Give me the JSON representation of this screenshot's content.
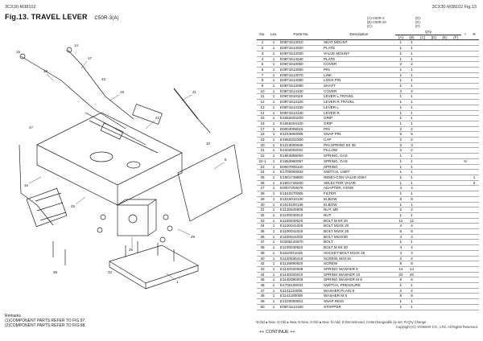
{
  "header": {
    "code_left": "3CX30-M38102",
    "model": "C50R-3(A)",
    "title": "Fig.13.  TRAVEL LEVER",
    "code_right": "3CX30-M38102   Fig.13"
  },
  "variants": {
    "a": "(A)-C50R-3",
    "b": "(B)-C50R-3A",
    "c": "(C)-",
    "d": "(D)-",
    "e": "(E)-",
    "f": "(F)-"
  },
  "table": {
    "headers": {
      "no": "No.",
      "lev": "Lev.",
      "pn": "Parts No.",
      "desc": "Description",
      "qty": "Q'ty",
      "cols": [
        "(A)",
        "(B)",
        "(C)",
        "(D)",
        "(E)",
        "(F)"
      ],
      "i": "I",
      "r": "R"
    },
    "rows": [
      [
        "1",
        "1",
        "E0871513010",
        "SEAT MOUNT",
        "1",
        "1",
        "",
        "",
        "",
        "",
        "",
        ""
      ],
      [
        "2",
        "1",
        "E0871513020",
        "PLATE",
        "1",
        "1",
        "",
        "",
        "",
        "",
        "",
        ""
      ],
      [
        "3",
        "1",
        "E0871513030",
        "VALVE MOUNT",
        "1",
        "1",
        "",
        "",
        "",
        "",
        "",
        ""
      ],
      [
        "4",
        "1",
        "E0871514040",
        "PLATE",
        "1",
        "1",
        "",
        "",
        "",
        "",
        "",
        ""
      ],
      [
        "5",
        "1",
        "E0871513050",
        "COVER",
        "2",
        "2",
        "",
        "",
        "",
        "",
        "",
        ""
      ],
      [
        "6",
        "1",
        "E0871513060",
        "PIN",
        "1",
        "1",
        "",
        "",
        "",
        "",
        "",
        ""
      ],
      [
        "7",
        "1",
        "E0871513070",
        "LINK",
        "1",
        "1",
        "",
        "",
        "",
        "",
        "",
        ""
      ],
      [
        "8",
        "1",
        "E0871513080",
        "LOCK PIN",
        "1",
        "1",
        "",
        "",
        "",
        "",
        "",
        ""
      ],
      [
        "9",
        "1",
        "E0871513090",
        "SHAFT",
        "1",
        "1",
        "",
        "",
        "",
        "",
        "",
        ""
      ],
      [
        "10",
        "1",
        "E0871514100",
        "COVER",
        "2",
        "2",
        "",
        "",
        "",
        "",
        "",
        ""
      ],
      [
        "11",
        "1",
        "E0871513110",
        "LEVER L.TRAVEL",
        "1",
        "1",
        "",
        "",
        "",
        "",
        "",
        ""
      ],
      [
        "12",
        "1",
        "E0871513120",
        "LEVER R.TRAVEL",
        "1",
        "1",
        "",
        "",
        "",
        "",
        "",
        ""
      ],
      [
        "13",
        "1",
        "E0871513130",
        "LEVER L",
        "1",
        "1",
        "",
        "",
        "",
        "",
        "",
        ""
      ],
      [
        "14",
        "1",
        "E0871513140",
        "LEVER R",
        "1",
        "1",
        "",
        "",
        "",
        "",
        "",
        ""
      ],
      [
        "15",
        "1",
        "E1650204200",
        "GRIP",
        "1",
        "1",
        "",
        "",
        "",
        "",
        "",
        ""
      ],
      [
        "16",
        "1",
        "E1650204100",
        "GRIP",
        "1",
        "1",
        "",
        "",
        "",
        "",
        "",
        ""
      ],
      [
        "17",
        "1",
        "E0004008015",
        "PIN",
        "2",
        "2",
        "",
        "",
        "",
        "",
        "",
        ""
      ],
      [
        "18",
        "1",
        "E1214000006",
        "SNAP PIN",
        "5",
        "5",
        "",
        "",
        "",
        "",
        "",
        ""
      ],
      [
        "19",
        "1",
        "E1650202300",
        "CAP",
        "2",
        "2",
        "",
        "",
        "",
        "",
        "",
        ""
      ],
      [
        "20",
        "1",
        "E1213000836",
        "PIN,SPRING  8X 36",
        "3",
        "3",
        "",
        "",
        "",
        "",
        "",
        ""
      ],
      [
        "21",
        "1",
        "E1332002022",
        "PILLOW",
        "2",
        "2",
        "",
        "",
        "",
        "",
        "",
        ""
      ],
      [
        "22",
        "1",
        "E1653999050",
        "SPRING, GAS",
        "1",
        "1",
        "",
        "",
        "",
        "",
        "",
        ""
      ],
      [
        "22-1",
        "1",
        "E1653960057",
        "SPRING, GAS",
        "1",
        "1",
        "",
        "",
        "",
        "",
        "N",
        ""
      ],
      [
        "23",
        "1",
        "E0007000120",
        "SPRING",
        "1",
        "1",
        "",
        "",
        "",
        "",
        "",
        ""
      ],
      [
        "24",
        "1",
        "E1700000933",
        "SWITCH, LIMIT",
        "1",
        "1",
        "",
        "",
        "",
        "",
        "",
        ""
      ],
      [
        "25",
        "1",
        "E1901738800",
        "REMO-CON VALVE K55Y",
        "1",
        "1",
        "",
        "",
        "",
        "",
        "",
        "1"
      ],
      [
        "26",
        "1",
        "E1901728200",
        "SELECTOR VALVE",
        "1",
        "1",
        "",
        "",
        "",
        "",
        "",
        "2"
      ],
      [
        "27",
        "1",
        "E0007203076",
        "ADAPTER, HOSE",
        "4",
        "4",
        "",
        "",
        "",
        "",
        "",
        ""
      ],
      [
        "28",
        "1",
        "E1512270006",
        "FILTER",
        "1",
        "1",
        "",
        "",
        "",
        "",
        "",
        ""
      ],
      [
        "29",
        "1",
        "E1515010130",
        "ELBOW",
        "8",
        "8",
        "",
        "",
        "",
        "",
        "",
        ""
      ],
      [
        "30",
        "1",
        "E1515100136",
        "ELBOW",
        "1",
        "1",
        "",
        "",
        "",
        "",
        "",
        ""
      ],
      [
        "31",
        "1",
        "E1130540006",
        "NUT, M8",
        "2",
        "2",
        "",
        "",
        "",
        "",
        "",
        ""
      ],
      [
        "32",
        "1",
        "E1100040010",
        "NUT",
        "1",
        "1",
        "",
        "",
        "",
        "",
        "",
        ""
      ],
      [
        "33",
        "1",
        "E1100040020",
        "BOLT M 8X 20",
        "12",
        "12",
        "",
        "",
        "",
        "",
        "",
        ""
      ],
      [
        "34",
        "1",
        "E1100041025",
        "BOLT M10X 20",
        "4",
        "4",
        "",
        "",
        "",
        "",
        "",
        ""
      ],
      [
        "35",
        "1",
        "E1100041025",
        "BOLT M10X 25",
        "6",
        "6",
        "",
        "",
        "",
        "",
        "",
        ""
      ],
      [
        "36",
        "1",
        "E1100041030",
        "BOLT M10X30",
        "4",
        "4",
        "",
        "",
        "",
        "",
        "",
        ""
      ],
      [
        "37",
        "1",
        "E0335120970",
        "BOLT",
        "1",
        "1",
        "",
        "",
        "",
        "",
        "",
        ""
      ],
      [
        "38",
        "1",
        "E1100040620",
        "BOLT M 6X 20",
        "4",
        "4",
        "",
        "",
        "",
        "",
        "",
        ""
      ],
      [
        "39",
        "1",
        "E1110041025",
        "SOCKET BOLT M10X 25",
        "4",
        "4",
        "",
        "",
        "",
        "",
        "",
        ""
      ],
      [
        "40",
        "1",
        "E1120530416",
        "SCREW, M4X16",
        "2",
        "2",
        "",
        "",
        "",
        "",
        "",
        ""
      ],
      [
        "42",
        "1",
        "E1128890620",
        "SCREW",
        "8",
        "8",
        "",
        "",
        "",
        "",
        "",
        ""
      ],
      [
        "43",
        "1",
        "E1140020008",
        "SPRING WASHER 8",
        "14",
        "14",
        "",
        "",
        "",
        "",
        "",
        ""
      ],
      [
        "44",
        "1",
        "E1140020010",
        "SPRING WASHER  10",
        "20",
        "20",
        "",
        "",
        "",
        "",
        "",
        ""
      ],
      [
        "45",
        "1",
        "E1140090008",
        "SPRING WASHER M 8",
        "6",
        "6",
        "",
        "",
        "",
        "",
        "",
        ""
      ],
      [
        "46",
        "1",
        "E1700100041",
        "SWITCH, PRESSURE",
        "1",
        "1",
        "",
        "",
        "",
        "",
        "",
        ""
      ],
      [
        "47",
        "1",
        "E1141110006",
        "WASHER,PLAIN 6",
        "2",
        "2",
        "",
        "",
        "",
        "",
        "",
        ""
      ],
      [
        "48",
        "1",
        "E1141190008",
        "WASHER M 8",
        "8",
        "8",
        "",
        "",
        "",
        "",
        "",
        ""
      ],
      [
        "49",
        "1",
        "E1220000812",
        "SNAP RING",
        "1",
        "1",
        "",
        "",
        "",
        "",
        "",
        ""
      ],
      [
        "50",
        "1",
        "E0871513150",
        "STOPPER",
        "1",
        "1",
        "",
        "",
        "",
        "",
        "",
        ""
      ]
    ]
  },
  "remarks": {
    "title": "Remarks",
    "line1": "(1)COMPONENT PARTS:REFER TO FIG.97.",
    "line2": "(2)COMPONENT PARTS:REFER TO FIG.98."
  },
  "footer": {
    "legend": "N:Old ● New, O:Old ● New, N:New, S:Old ● New, N:Add, Z:Discontinued, I:Interchangeable by set, R:Q'ty Change",
    "copyright": "Copyright (C)  YANMAR CO., LTD. All Rights Reserved.",
    "continue": "++ CONTINUE ++"
  }
}
